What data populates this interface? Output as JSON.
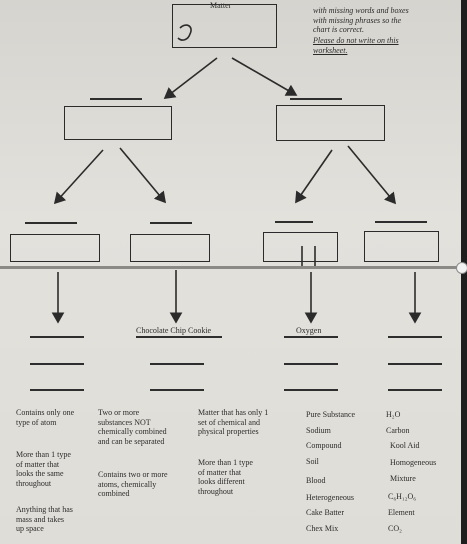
{
  "header": {
    "instructions": "with missing words and boxes\nwith missing phrases so the\nchart is correct.",
    "warning": "Please do not write on this\nworksheet."
  },
  "top_box": {
    "label": "Matter"
  },
  "level3": [
    {
      "label": ""
    },
    {
      "label": "Chocolate Chip Cookie"
    },
    {
      "label": "Oxygen"
    },
    {
      "label": ""
    }
  ],
  "phrases": [
    "Contains only one\ntype of atom",
    "Two or more\nsubstances NOT\nchemically combined\nand can be separated",
    "Matter that has only 1\nset of chemical and\nphysical properties",
    "More than 1 type\nof matter that\nlooks the same\nthroughout",
    "Contains two or more\natoms, chemically\ncombined",
    "More than 1 type\nof matter that\nlooks different\nthroughout",
    "Anything that has\nmass and takes\nup space"
  ],
  "word_bank": [
    "Pure Substance",
    "Sodium",
    "Compound",
    "Soil",
    "Blood",
    "Heterogeneous",
    "Cake Batter",
    "Chex Mix",
    "H₂O",
    "Carbon",
    "Kool Aid",
    "Homogeneous",
    "Mixture",
    "C₆H₁₂O₆",
    "Element",
    "CO₂"
  ]
}
